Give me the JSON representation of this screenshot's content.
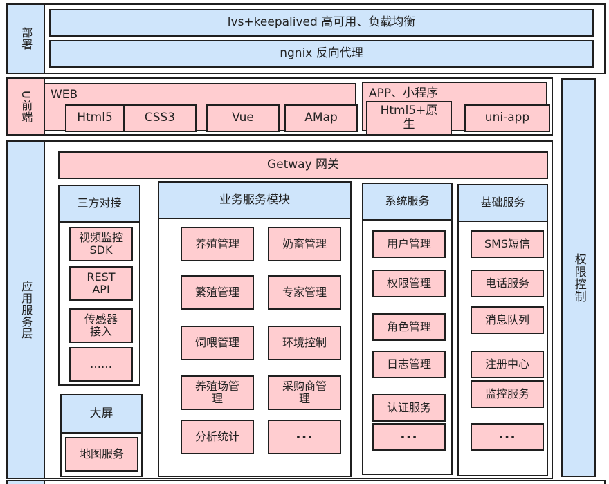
{
  "deploy": {
    "label": "部署",
    "lvs": "lvs+keepalived 高可用、负载均衡",
    "nginx": "ngnix 反向代理"
  },
  "frontend": {
    "label": "U前端",
    "web": {
      "label": "WEB",
      "items": [
        "Html5",
        "CSS3",
        "Vue",
        "AMap"
      ]
    },
    "app": {
      "label": "APP、小程序",
      "items": [
        "Html5+原生",
        "uni-app"
      ]
    }
  },
  "service_layer": {
    "label": "应用服务层",
    "gateway": "Getway 网关",
    "third_party": {
      "title": "三方对接",
      "items": [
        "视频监控SDK",
        "REST API",
        "传感器接入",
        "……"
      ]
    },
    "big_screen": {
      "title": "大屏",
      "items": [
        "地图服务"
      ]
    },
    "business": {
      "title": "业务服务模块",
      "items": [
        "养殖管理",
        "奶畜管理",
        "繁殖管理",
        "专家管理",
        "饲喂管理",
        "环境控制",
        "养殖场管理",
        "采购商管理",
        "分析统计",
        "···"
      ]
    },
    "system": {
      "title": "系统服务",
      "items": [
        "用户管理",
        "权限管理",
        "角色管理",
        "日志管理",
        "认证服务",
        "···"
      ]
    },
    "basic": {
      "title": "基础服务",
      "items": [
        "SMS短信",
        "电话服务",
        "消息队列",
        "注册中心",
        "监控服务",
        "···"
      ]
    }
  },
  "access_control": "权限控制",
  "colors": {
    "blue": "#cfe5fb",
    "pink": "#ffcdd0",
    "border": "#1f1f1f"
  }
}
